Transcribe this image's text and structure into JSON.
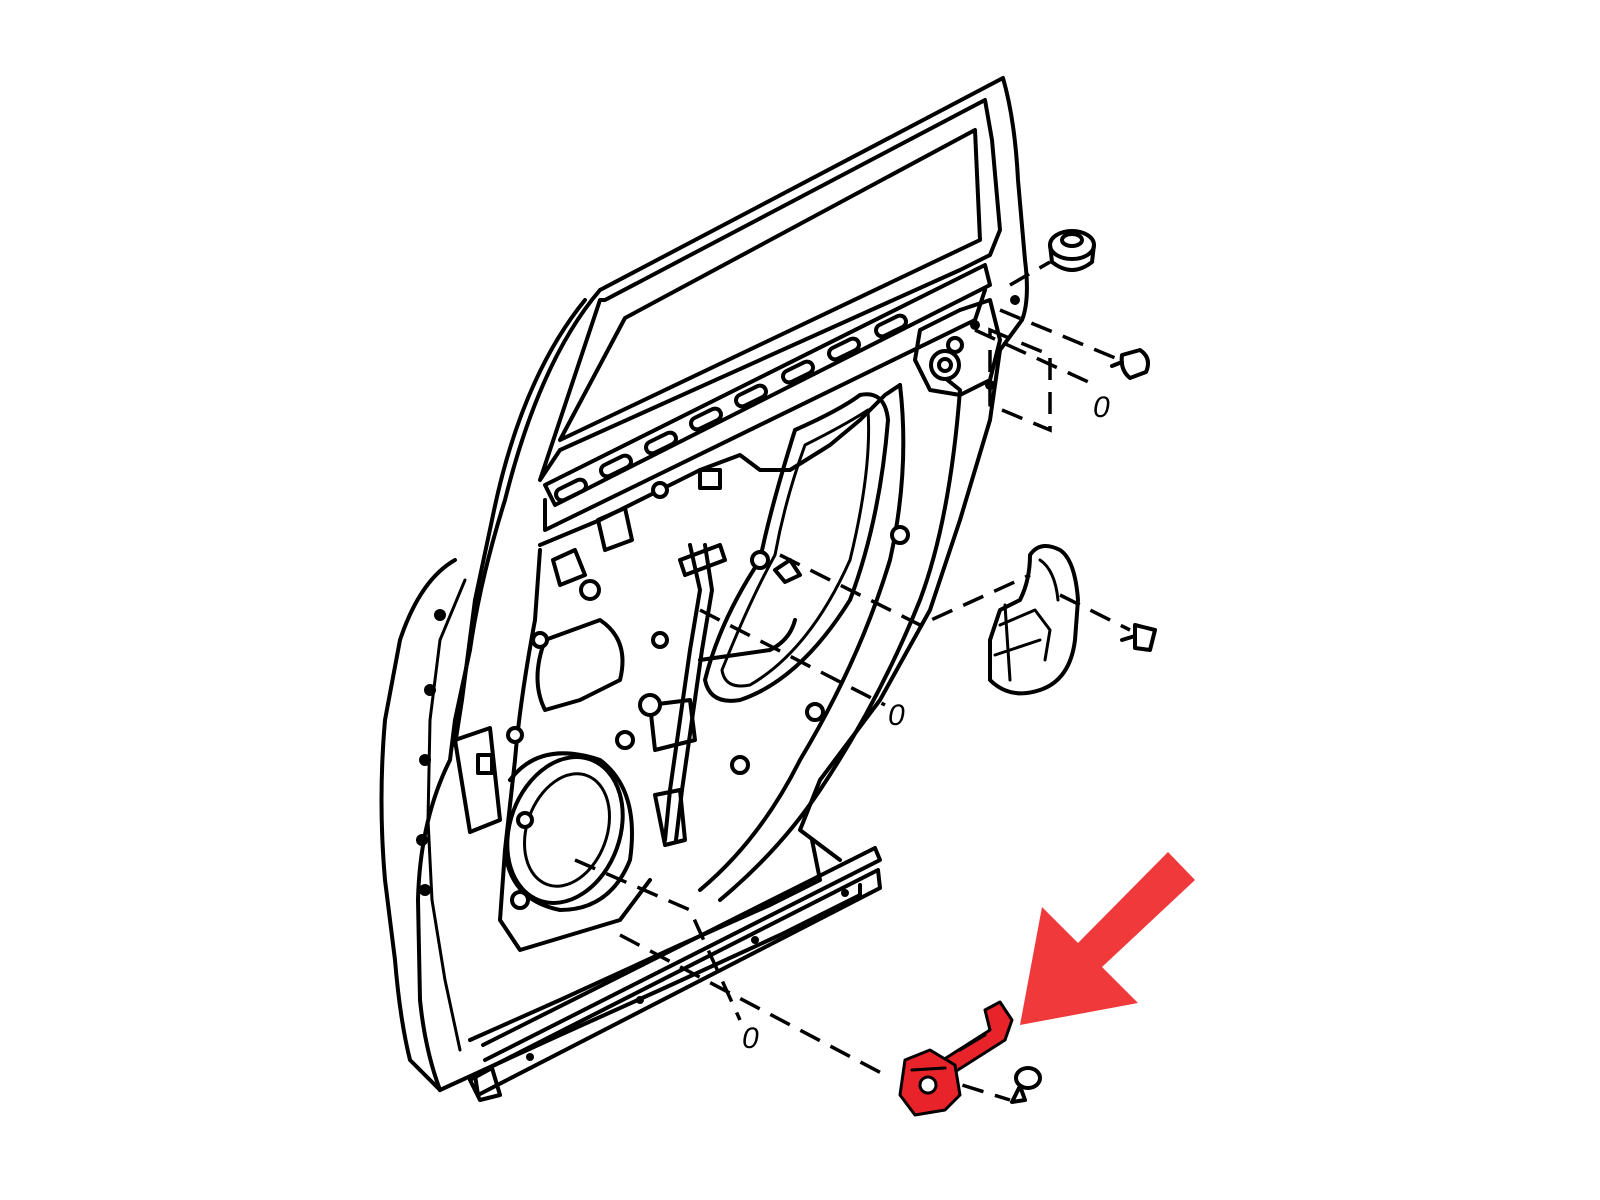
{
  "diagram": {
    "callouts": [
      {
        "id": "callout-1",
        "text": "0"
      },
      {
        "id": "callout-2",
        "text": "0"
      },
      {
        "id": "callout-3",
        "text": "0"
      }
    ],
    "highlight_color": "#e8242a",
    "arrow_color": "#f0393b",
    "line_color": "#000000",
    "highlighted_part": "door-check-strap",
    "arrow_icon": "arrow-down-left-icon"
  }
}
